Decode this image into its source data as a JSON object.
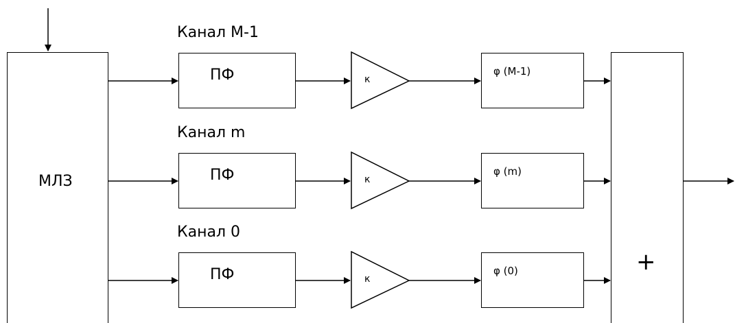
{
  "mlz": {
    "label": "МЛЗ"
  },
  "summator": {
    "label": "+"
  },
  "channels": [
    {
      "name": "Канал M-1",
      "filter": "ПФ",
      "gain": "к",
      "phase": "φ (M-1)"
    },
    {
      "name": "Канал m",
      "filter": "ПФ",
      "gain": "к",
      "phase": "φ (m)"
    },
    {
      "name": "Канал 0",
      "filter": "ПФ",
      "gain": "к",
      "phase": "φ (0)"
    }
  ],
  "colors": {
    "line": "#000000",
    "background": "#ffffff"
  }
}
